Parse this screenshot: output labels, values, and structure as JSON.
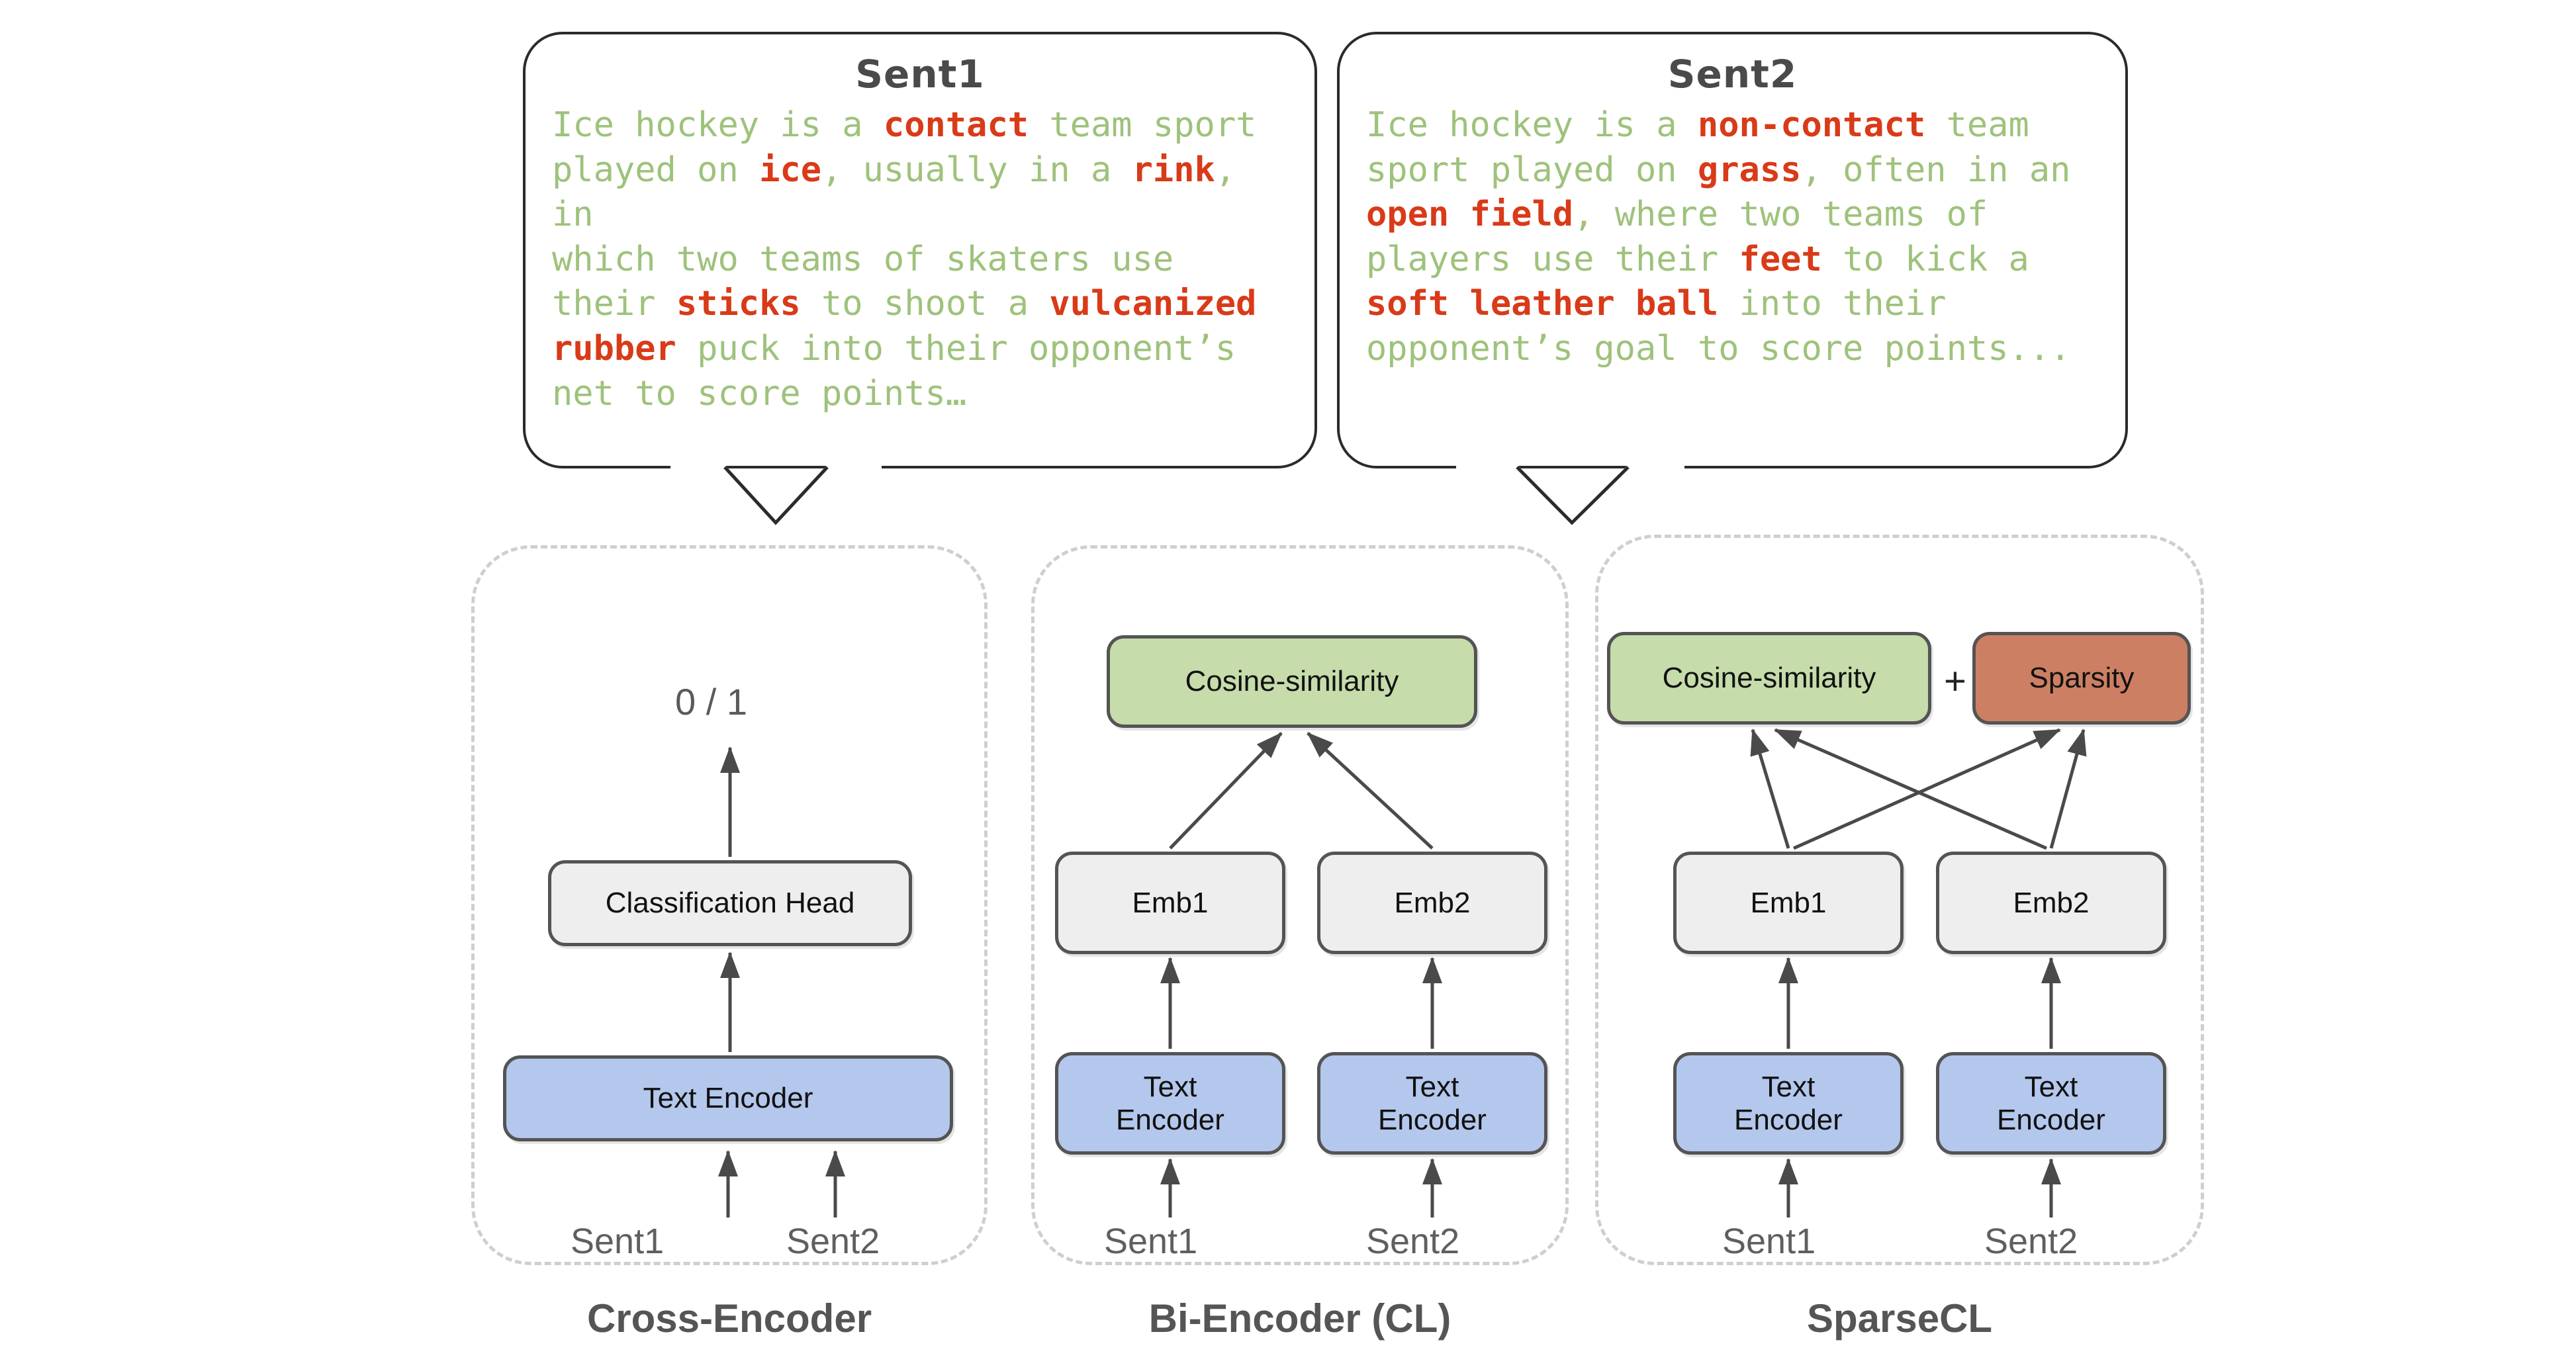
{
  "bubbles": [
    {
      "title": "Sent1",
      "lines": [
        [
          {
            "t": "Ice hockey is a ",
            "h": false
          },
          {
            "t": "contact",
            "h": true
          },
          {
            "t": " team sport",
            "h": false
          }
        ],
        [
          {
            "t": "played on ",
            "h": false
          },
          {
            "t": "ice",
            "h": true
          },
          {
            "t": ", usually in a ",
            "h": false
          },
          {
            "t": "rink",
            "h": true
          },
          {
            "t": ", in",
            "h": false
          }
        ],
        [
          {
            "t": "which two teams of skaters use",
            "h": false
          }
        ],
        [
          {
            "t": "their ",
            "h": false
          },
          {
            "t": "sticks",
            "h": true
          },
          {
            "t": " to shoot a ",
            "h": false
          },
          {
            "t": "vulcanized",
            "h": true
          }
        ],
        [
          {
            "t": "rubber",
            "h": true
          },
          {
            "t": " puck into their opponent’s",
            "h": false
          }
        ],
        [
          {
            "t": "net to score points…",
            "h": false
          }
        ]
      ]
    },
    {
      "title": "Sent2",
      "lines": [
        [
          {
            "t": "Ice hockey is a ",
            "h": false
          },
          {
            "t": "non-contact",
            "h": true
          },
          {
            "t": " team",
            "h": false
          }
        ],
        [
          {
            "t": "sport played on ",
            "h": false
          },
          {
            "t": "grass",
            "h": true
          },
          {
            "t": ", often in an",
            "h": false
          }
        ],
        [
          {
            "t": "open field",
            "h": true
          },
          {
            "t": ", where two teams of",
            "h": false
          }
        ],
        [
          {
            "t": "players use their ",
            "h": false
          },
          {
            "t": "feet",
            "h": true
          },
          {
            "t": " to kick a",
            "h": false
          }
        ],
        [
          {
            "t": "soft leather ball",
            "h": true
          },
          {
            "t": " into their",
            "h": false
          }
        ],
        [
          {
            "t": "opponent’s goal to score points...",
            "h": false
          }
        ]
      ]
    }
  ],
  "panels": [
    {
      "name": "cross-encoder",
      "label": "Cross-Encoder",
      "output_label": "0 / 1",
      "nodes": [
        {
          "id": "classification-head",
          "label": "Classification Head",
          "color": "grey"
        },
        {
          "id": "text-encoder",
          "label": "Text Encoder",
          "color": "blue"
        }
      ],
      "inputs": [
        "Sent1",
        "Sent2"
      ]
    },
    {
      "name": "bi-encoder",
      "label": "Bi-Encoder (CL)",
      "nodes": [
        {
          "id": "cosine-similarity",
          "label": "Cosine-similarity",
          "color": "green"
        },
        {
          "id": "emb1",
          "label": "Emb1",
          "color": "grey"
        },
        {
          "id": "emb2",
          "label": "Emb2",
          "color": "grey"
        },
        {
          "id": "text-encoder-1",
          "label": "Text\nEncoder",
          "color": "blue"
        },
        {
          "id": "text-encoder-2",
          "label": "Text\nEncoder",
          "color": "blue"
        }
      ],
      "inputs": [
        "Sent1",
        "Sent2"
      ]
    },
    {
      "name": "sparsecl",
      "label": "SparseCL",
      "operator": "+",
      "nodes": [
        {
          "id": "cosine-similarity",
          "label": "Cosine-similarity",
          "color": "green"
        },
        {
          "id": "sparsity",
          "label": "Sparsity",
          "color": "red"
        },
        {
          "id": "emb1",
          "label": "Emb1",
          "color": "grey"
        },
        {
          "id": "emb2",
          "label": "Emb2",
          "color": "grey"
        },
        {
          "id": "text-encoder-1",
          "label": "Text\nEncoder",
          "color": "blue"
        },
        {
          "id": "text-encoder-2",
          "label": "Text\nEncoder",
          "color": "blue"
        }
      ],
      "inputs": [
        "Sent1",
        "Sent2"
      ]
    }
  ],
  "colors": {
    "highlight": "#d93a18",
    "body_text": "#9ec27b",
    "green_box": "#c6dcab",
    "red_box": "#cd7f64",
    "blue_box": "#b4c7ec",
    "grey_box": "#eeeeee",
    "stroke": "#545454",
    "panel_dash": "#cfcfcf"
  }
}
